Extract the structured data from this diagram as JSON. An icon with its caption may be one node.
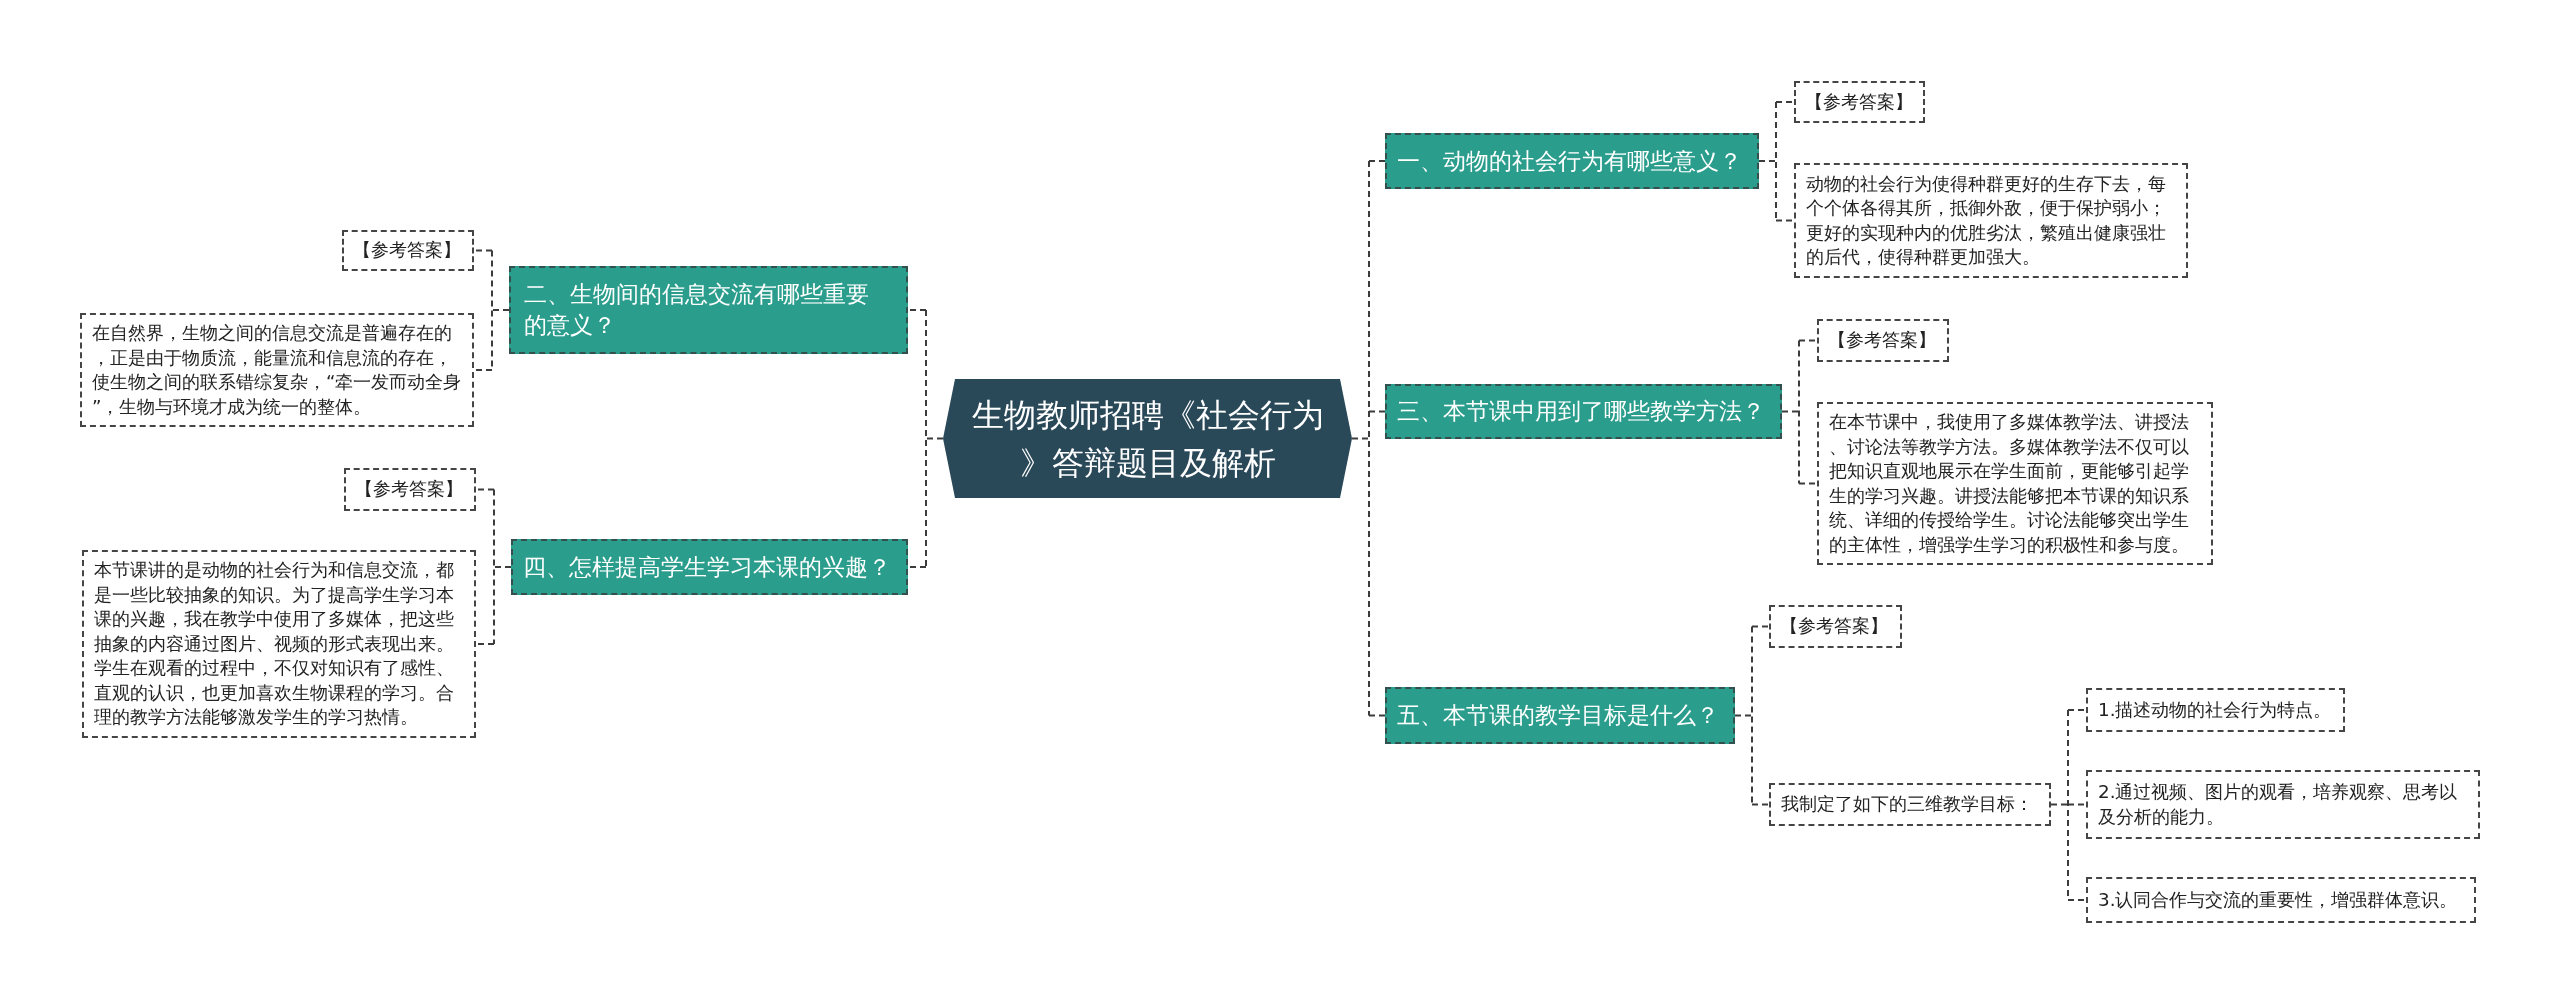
{
  "diagram": {
    "nodes": [
      {
        "text": [
          "生物教师招聘《社会行为》答辩题目及解析"
        ]
      },
      {
        "text": [
          "一、动物的社会行为有哪些意义？"
        ]
      },
      {
        "text": [
          "【参考答案】"
        ]
      },
      {
        "text": [
          "动物的社会行为使得种群更好的生存下去，每个个体各得其所，抵御外敌，便于保护弱小；更好的实现种内的优胜劣汰，繁殖出健康强壮的后代，使得种群更加强大。"
        ]
      },
      {
        "text": [
          "二、生物间的信息交流有哪些重要的意义？"
        ]
      },
      {
        "text": [
          "【参考答案】"
        ]
      },
      {
        "text": [
          "在自然界，生物之间的信息交流是普遍存在的，正是由于物质流，能量流和信息流的存在，使生物之间的联系错综复杂，“牵一发而动全身”，生物与环境才成为统一的整体。"
        ]
      },
      {
        "text": [
          "三、本节课中用到了哪些教学方法？"
        ]
      },
      {
        "text": [
          "【参考答案】"
        ]
      },
      {
        "text": [
          "在本节课中，我使用了多媒体教学法、讲授法、讨论法等教学方法。多媒体教学法不仅可以把知识直观地展示在学生面前，更能够引起学生的学习兴趣。讲授法能够把本节课的知识系统、详细的传授给学生。讨论法能够突出学生的主体性，增强学生学习的积极性和参与度。"
        ]
      },
      {
        "text": [
          "四、怎样提高学生学习本课的兴趣？"
        ]
      },
      {
        "text": [
          "【参考答案】"
        ]
      },
      {
        "text": [
          "本节课讲的是动物的社会行为和信息交流，都是一些比较抽象的知识。为了提高学生学习本课的兴趣，我在教学中使用了多媒体，把这些抽象的内容通过图片、视频的形式表现出来。学生在观看的过程中，不仅对知识有了感性、直观的认识，也更加喜欢生物课程的学习。合理的教学方法能够激发学生的学习热情。"
        ]
      },
      {
        "text": [
          "五、本节课的教学目标是什么？"
        ]
      },
      {
        "text": [
          "【参考答案】"
        ]
      },
      {
        "text": [
          "我制定了如下的三维教学目标："
        ]
      },
      {
        "text": [
          "1.描述动物的社会行为特点。"
        ]
      },
      {
        "text": [
          "2.通过视频、图片的观看，培养观察、思考以及分析的能力。"
        ]
      },
      {
        "text": [
          "3.认同合作与交流的重要性，增强群体意识。"
        ]
      }
    ],
    "edges": [
      {
        "from": 0,
        "to": 1,
        "arrow": "none"
      },
      {
        "from": 1,
        "to": 2,
        "arrow": "none"
      },
      {
        "from": 1,
        "to": 3,
        "arrow": "none"
      },
      {
        "from": 0,
        "to": 4,
        "arrow": "none"
      },
      {
        "from": 4,
        "to": 5,
        "arrow": "none"
      },
      {
        "from": 4,
        "to": 6,
        "arrow": "none"
      },
      {
        "from": 0,
        "to": 7,
        "arrow": "none"
      },
      {
        "from": 7,
        "to": 8,
        "arrow": "none"
      },
      {
        "from": 7,
        "to": 9,
        "arrow": "none"
      },
      {
        "from": 0,
        "to": 10,
        "arrow": "none"
      },
      {
        "from": 10,
        "to": 11,
        "arrow": "none"
      },
      {
        "from": 10,
        "to": 12,
        "arrow": "none"
      },
      {
        "from": 0,
        "to": 13,
        "arrow": "none"
      },
      {
        "from": 13,
        "to": 14,
        "arrow": "none"
      },
      {
        "from": 13,
        "to": 15,
        "arrow": "none"
      },
      {
        "from": 15,
        "to": 16,
        "arrow": "none"
      },
      {
        "from": 15,
        "to": 17,
        "arrow": "none"
      },
      {
        "from": 15,
        "to": 18,
        "arrow": "none"
      }
    ]
  }
}
